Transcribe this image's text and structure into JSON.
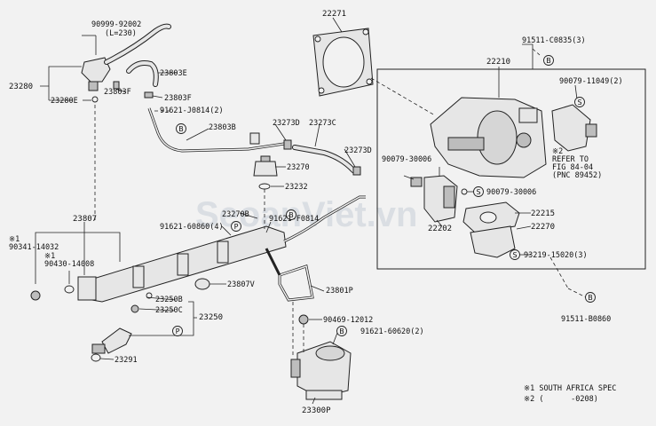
{
  "labels": {
    "l22271": "22271",
    "l90999": "90999-92002",
    "l90999sub": "(L=230)",
    "l23280": "23280",
    "l23803E": "23803E",
    "l23803F_a": "23803F",
    "l23803F_b": "23803F",
    "l23280E": "23280E",
    "l91621_j": "91621-J0814(2)",
    "l23803B": "23803B",
    "l23273D_a": "23273D",
    "l23273C": "23273C",
    "l23273D_b": "23273D",
    "l23270": "23270",
    "l23232": "23232",
    "l23270B": "23270B",
    "l91621_f": "91621-F0814",
    "l91621_60860": "91621-60860(4)",
    "l23807": "23807",
    "l90341": "90341-14032",
    "l90430": "90430-14008",
    "l23807V": "23807V",
    "l23250B": "23250B",
    "l23250C": "23250C",
    "l23250": "23250",
    "l23291": "23291",
    "l23801P": "23801P",
    "l90469": "90469-12012",
    "l91621_60620": "91621-60620(2)",
    "l23300P": "23300P",
    "l22210": "22210",
    "l91511_c": "91511-C0835(3)",
    "l90079_11049": "90079-11049(2)",
    "l90079_30006_a": "90079-30006",
    "l90079_30006_b": "90079-30006",
    "l22215": "22215",
    "l22270": "22270",
    "l22202": "22202",
    "l93219": "93219-15020(3)",
    "l91511_b": "91511-B0860",
    "mark1": "※1",
    "mark1b": "※1",
    "mark2": "※2"
  },
  "refer_note": [
    "※2",
    "REFER TO",
    "FIG 84-04",
    "(PNC 89452)"
  ],
  "circled": {
    "B": "B",
    "P": "P",
    "S": "S"
  },
  "legend": {
    "line1": "※1 SOUTH AFRICA SPEC",
    "line2": "※2 (      -0208)"
  },
  "watermark": "SeoanViet.vn"
}
